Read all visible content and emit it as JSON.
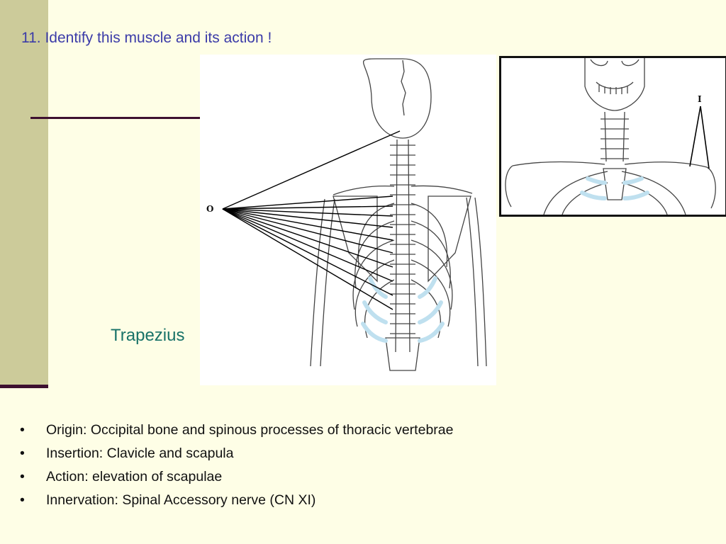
{
  "slide": {
    "title": "11. Identify this muscle and its action !",
    "answer": "Trapezius"
  },
  "figure": {
    "origin_label": "O",
    "inset_label": "I",
    "rib_cartilage_color": "#bfe0ef"
  },
  "facts": [
    {
      "bullet": "•",
      "text": "Origin: Occipital bone and spinous processes of thoracic vertebrae"
    },
    {
      "bullet": "•",
      "text": "Insertion: Clavicle and scapula"
    },
    {
      "bullet": "•",
      "text": "Action: elevation of scapulae"
    },
    {
      "bullet": "•",
      "text": "Innervation: Spinal Accessory nerve (CN XI)"
    }
  ],
  "colors": {
    "background": "#fefee6",
    "sidebar": "#cccb9a",
    "accent_line": "#3d1030",
    "title": "#3b3ba8",
    "answer": "#187268"
  }
}
